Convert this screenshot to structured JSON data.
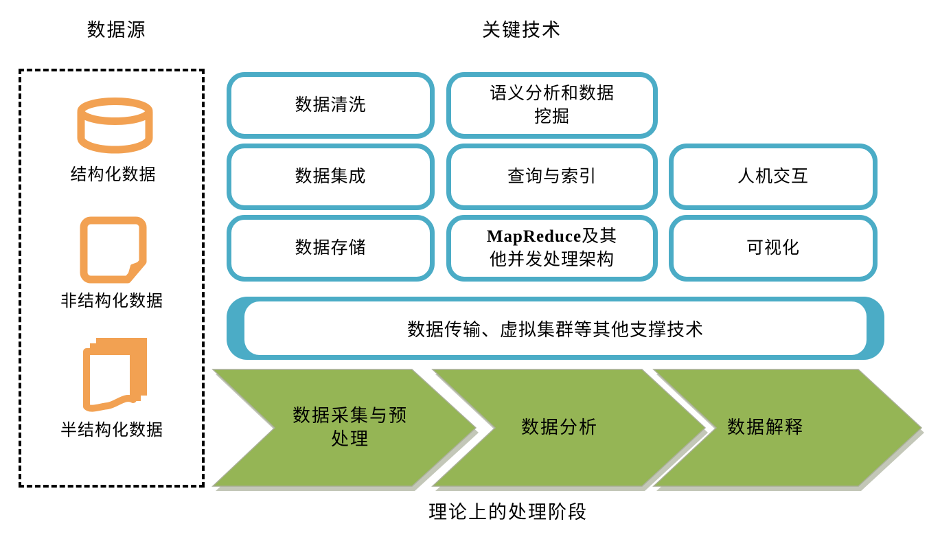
{
  "titles": {
    "data_sources": "数据源",
    "key_technologies": "关键技术",
    "bottom_caption": "理论上的处理阶段"
  },
  "colors": {
    "teal_border": "#4BACC6",
    "orange_icon": "#F2A152",
    "arrow_green": "#95B555",
    "arrow_shadow": "#C3C7B8",
    "text": "#000000"
  },
  "data_sources": {
    "items": [
      {
        "label": "结构化数据",
        "icon": "database-cylinder-icon"
      },
      {
        "label": "非结构化数据",
        "icon": "document-icon"
      },
      {
        "label": "半结构化数据",
        "icon": "stacked-documents-icon"
      }
    ]
  },
  "key_technologies": {
    "boxes": {
      "data_cleaning": {
        "label": "数据清洗"
      },
      "semantic_analysis": {
        "line1": "语义分析和数据",
        "line2": "挖掘"
      },
      "data_integration": {
        "label": "数据集成"
      },
      "query_index": {
        "label": "查询与索引"
      },
      "hci": {
        "label": "人机交互"
      },
      "data_storage": {
        "label": "数据存储"
      },
      "mapreduce": {
        "bold": "MapReduce",
        "line1_rest": "及其",
        "line2": "他并发处理架构"
      },
      "visualization": {
        "label": "可视化"
      },
      "support": {
        "label": "数据传输、虚拟集群等其他支撑技术"
      }
    }
  },
  "stages": {
    "items": [
      {
        "line1": "数据采集与预",
        "line2": "处理"
      },
      {
        "label": "数据分析"
      },
      {
        "label": "数据解释"
      }
    ]
  }
}
